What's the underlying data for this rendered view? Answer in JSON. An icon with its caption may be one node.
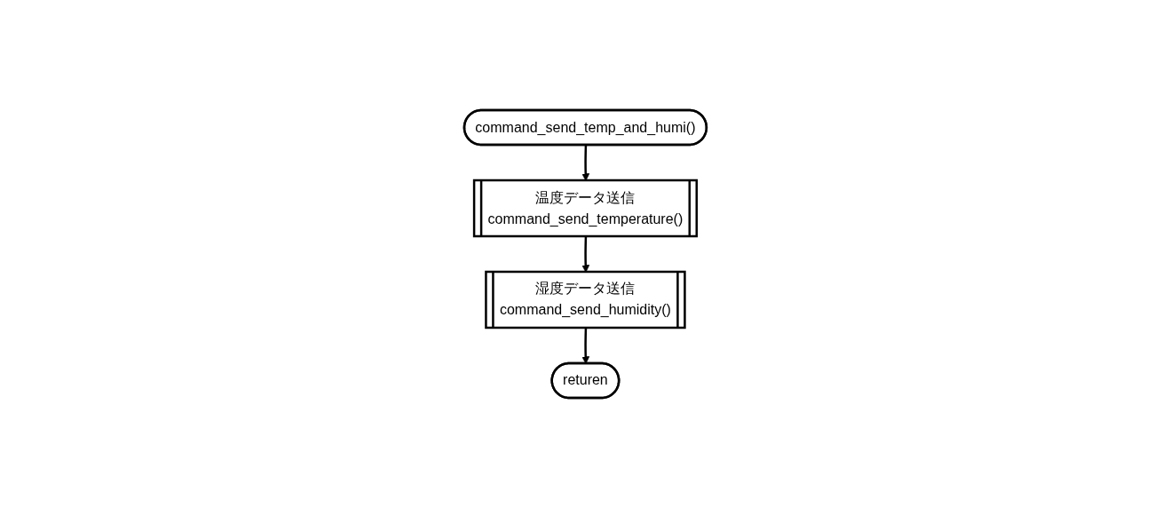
{
  "diagram": {
    "nodes": [
      {
        "text": [
          "command_send_temp_and_humi()"
        ]
      },
      {
        "text": [
          "温度データ送信",
          "command_send_temperature()"
        ]
      },
      {
        "text": [
          "湿度データ送信",
          "command_send_humidity()"
        ]
      },
      {
        "text": [
          "returen"
        ]
      }
    ],
    "edges": [
      {
        "from": 0,
        "to": 1,
        "arrow": "to"
      },
      {
        "from": 1,
        "to": 2,
        "arrow": "to"
      },
      {
        "from": 2,
        "to": 3,
        "arrow": "to"
      }
    ]
  }
}
